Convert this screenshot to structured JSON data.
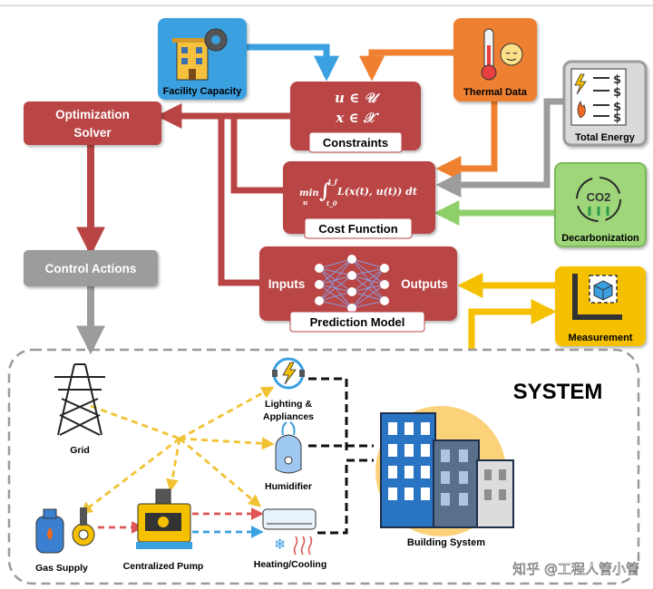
{
  "colors": {
    "red": "#b94444",
    "gray": "#9c9c9c",
    "blue": "#3aa0e0",
    "orange": "#ee8030",
    "green": "#8fcf6a",
    "yellow": "#f5c000",
    "dashed_yellow": "#f1c232"
  },
  "nodes": {
    "optimization_solver": "Optimization Solver",
    "control_actions": "Control Actions",
    "constraints_title": "Constraints",
    "constraint_line1": "u ∈ 𝒰",
    "constraint_line2": "x ∈ 𝒳",
    "cost_function_title": "Cost Function",
    "cost_expr_min": "min",
    "cost_expr_sub": "u",
    "cost_expr_upper": "t_f",
    "cost_expr_lower": "t_0",
    "cost_expr_body": "L(x(t), u(t)) dt",
    "prediction_model_title": "Prediction Model",
    "inputs": "Inputs",
    "outputs": "Outputs"
  },
  "sources": {
    "facility_capacity": "Facility Capacity",
    "thermal_data": "Thermal Data",
    "total_energy": "Total Energy",
    "decarbonization": "Decarbonization",
    "measurement": "Measurement",
    "co2": "CO2"
  },
  "system": {
    "title": "SYSTEM",
    "grid": "Grid",
    "lighting_line1": "Lighting &",
    "lighting_line2": "Appliances",
    "humidifier": "Humidifier",
    "gas_supply": "Gas Supply",
    "centralized_pump": "Centralized Pump",
    "heating_cooling": "Heating/Cooling",
    "building_system": "Building System"
  },
  "watermark": "知乎 @工程人管小管"
}
